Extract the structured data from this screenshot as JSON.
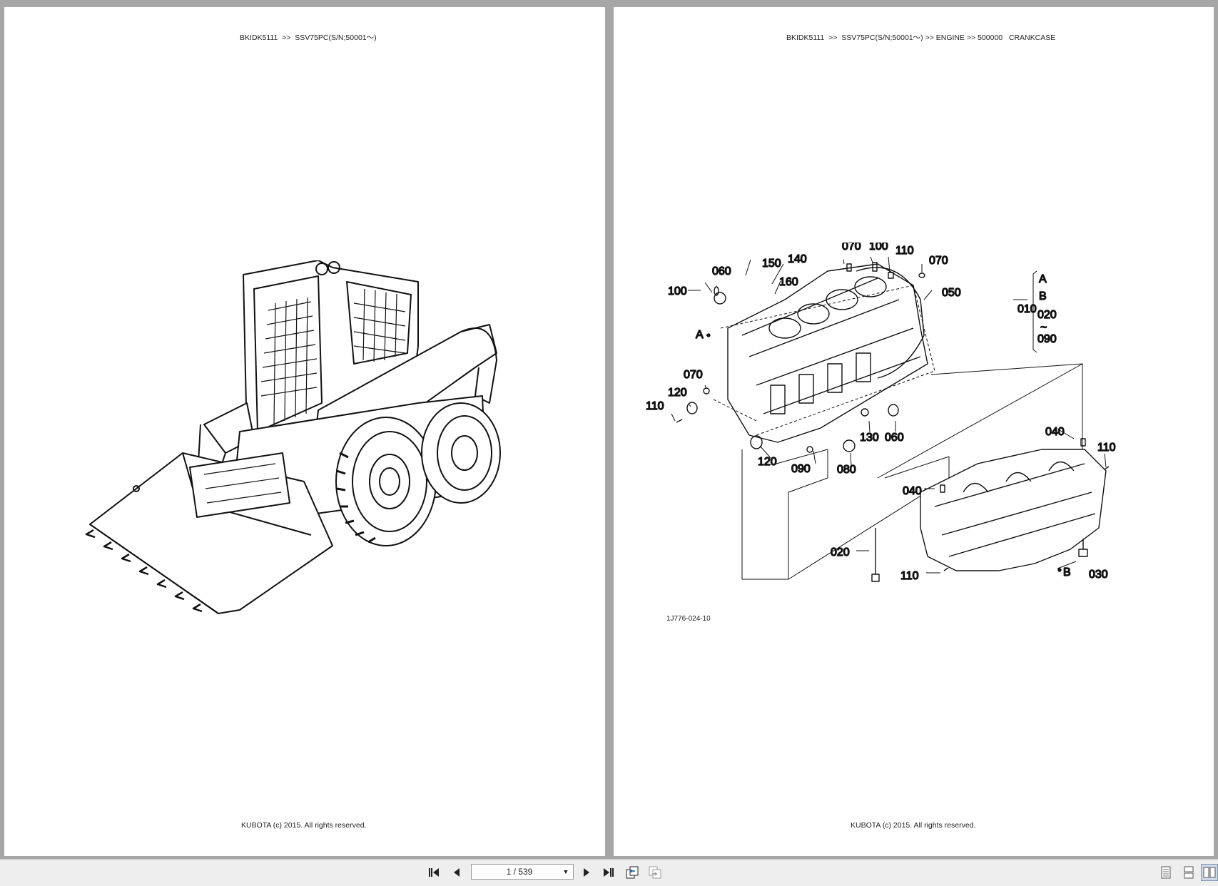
{
  "left_page": {
    "header": "BKIDK5111  >>  SSV75PC(S/N;50001〜)",
    "footer": "KUBOTA (c) 2015. All rights reserved.",
    "illustration": "skid-steer-loader"
  },
  "right_page": {
    "header": "BKIDK5111  >>  SSV75PC(S/N;50001〜) >> ENGINE >> 500000   CRANKCASE",
    "footer": "KUBOTA (c) 2015. All rights reserved.",
    "diagram_code": "1J776-024-10",
    "callouts": {
      "c070a": "070",
      "c100a": "100",
      "c110a": "110",
      "c070b": "070",
      "c150": "150",
      "c140": "140",
      "c060a": "060",
      "c160": "160",
      "c100b": "100",
      "c050": "050",
      "cA": "A",
      "c010": "010",
      "cA2": "A",
      "cB2": "B",
      "c020b": "020",
      "ctilde": "~",
      "c090b": "090",
      "c070c": "070",
      "c120a": "120",
      "c110b": "110",
      "c130": "130",
      "c060b": "060",
      "c040a": "040",
      "c110c": "110",
      "c120b": "120",
      "c090": "090",
      "c080": "080",
      "c040b": "040",
      "c020": "020",
      "c110d": "110",
      "cB": "B",
      "c030": "030"
    }
  },
  "toolbar": {
    "page_value": "1 / 539",
    "icons": [
      "first-page-icon",
      "prev-page-icon",
      "next-page-icon",
      "last-page-icon",
      "go-back-icon",
      "go-forward-icon",
      "single-page-view-icon",
      "continuous-view-icon",
      "two-page-view-icon"
    ]
  }
}
